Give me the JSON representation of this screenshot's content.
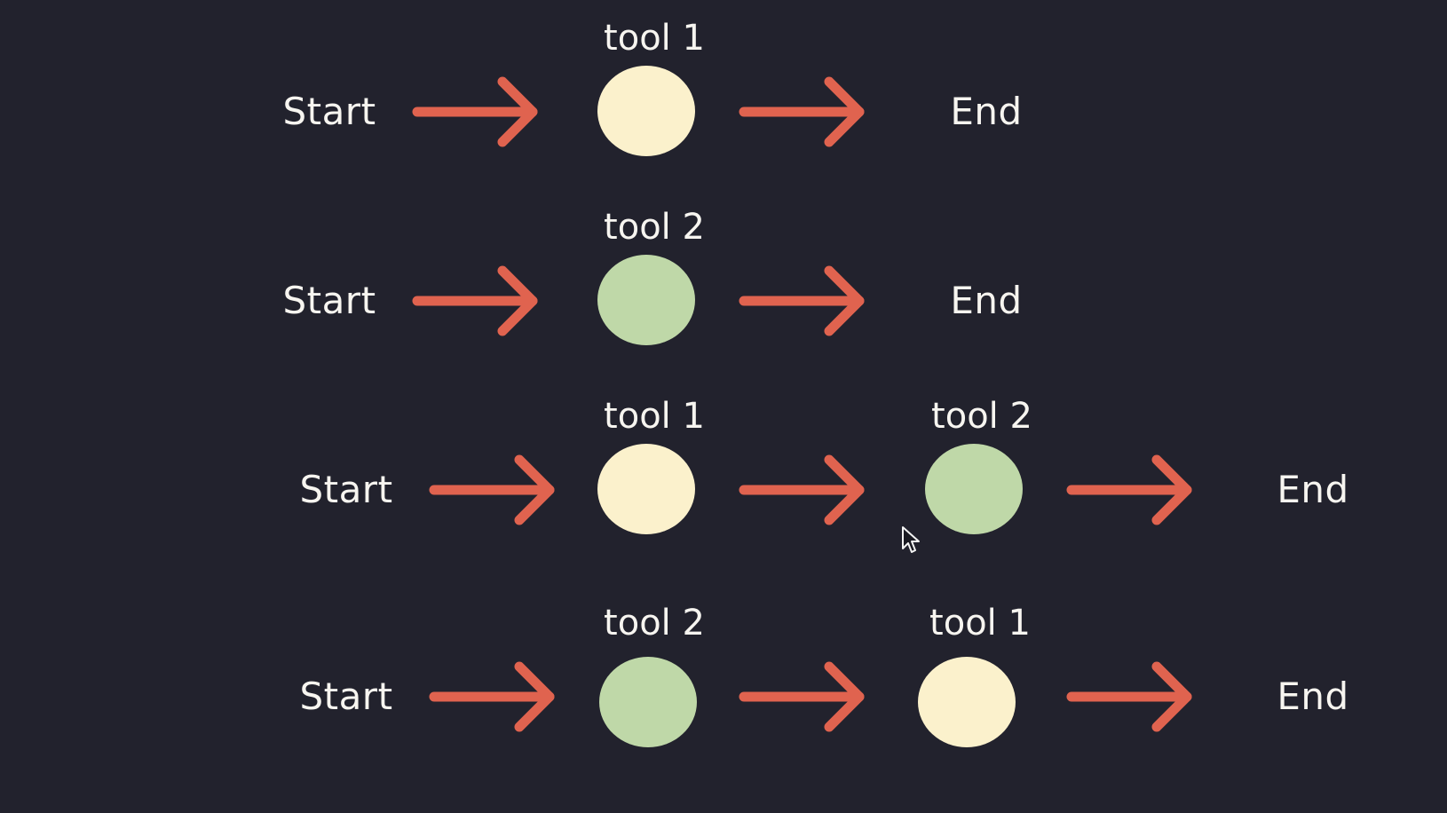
{
  "colors": {
    "background": "#22222d",
    "text": "#f7f5f0",
    "arrow": "#e0634f",
    "tool_1": "#fbf1cc",
    "tool_2": "#bfd8a8"
  },
  "rows": [
    {
      "start": "Start",
      "end": "End",
      "tools": [
        {
          "label": "tool 1",
          "kind": "tool_1"
        }
      ]
    },
    {
      "start": "Start",
      "end": "End",
      "tools": [
        {
          "label": "tool 2",
          "kind": "tool_2"
        }
      ]
    },
    {
      "start": "Start",
      "end": "End",
      "tools": [
        {
          "label": "tool 1",
          "kind": "tool_1"
        },
        {
          "label": "tool 2",
          "kind": "tool_2"
        }
      ]
    },
    {
      "start": "Start",
      "end": "End",
      "tools": [
        {
          "label": "tool 2",
          "kind": "tool_2"
        },
        {
          "label": "tool 1",
          "kind": "tool_1"
        }
      ]
    }
  ]
}
